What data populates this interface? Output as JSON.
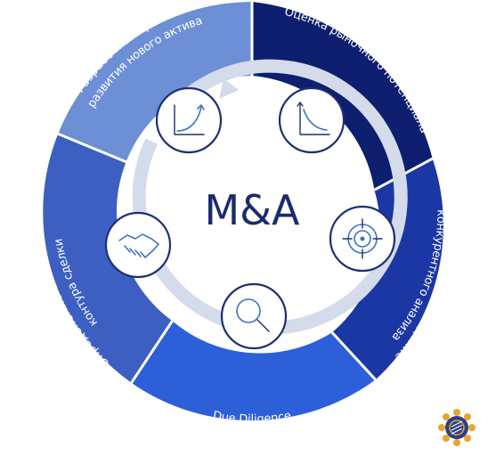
{
  "center": {
    "title": "M&A"
  },
  "segments": [
    {
      "lines": [
        "Разработка стратегии",
        "развития нового актива"
      ],
      "color": "#6c8fd6"
    },
    {
      "lines": [
        "Оценка рыночного потенциала"
      ],
      "color": "#0d1f6e"
    },
    {
      "lines": [
        "Выбор таргета, проведение",
        "конкурентного анализа"
      ],
      "color": "#1b37a3"
    },
    {
      "lines": [
        "Due Diligence"
      ],
      "color": "#2d5fd9"
    },
    {
      "lines": [
        "Определение оптимального",
        "контура сделки"
      ],
      "color": "#3d5fc2"
    }
  ],
  "icons": [
    {
      "name": "growth-chart-icon"
    },
    {
      "name": "decline-chart-icon"
    },
    {
      "name": "target-icon"
    },
    {
      "name": "magnifier-icon"
    },
    {
      "name": "handshake-icon"
    }
  ],
  "colors": {
    "inner_ring": "#d4dbea",
    "icon_border": "#1e2f74",
    "icon_line": "#3b74c4",
    "title": "#1a2b6e"
  }
}
